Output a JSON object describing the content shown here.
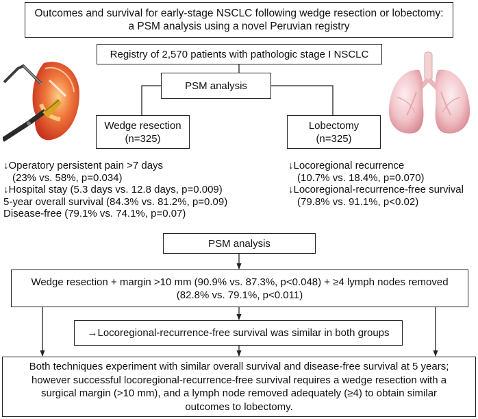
{
  "title": {
    "line1": "Outcomes and survival for early-stage NSCLC following wedge resection or lobectomy:",
    "line2": "a PSM analysis using a novel Peruvian registry"
  },
  "registry": "Registry of 2,570 patients with pathologic stage I NSCLC",
  "psm_top": "PSM analysis",
  "wedge": {
    "line1": "Wedge resection",
    "line2": "(n=325)"
  },
  "lobectomy": {
    "line1": "Lobectomy",
    "line2": "(n=325)"
  },
  "wedge_results": {
    "l1": "↓Operatory persistent pain >7 days",
    "l2": "(23% vs. 58%, p=0.034)",
    "l3": "↓Hospital stay (5.3 days vs. 12.8 days, p=0.009)",
    "l4": "5-year overall survival (84.3% vs. 81.2%, p=0.09)",
    "l5": "Disease-free (79.1% vs. 74.1%, p=0.07)"
  },
  "lobectomy_results": {
    "l1": "↓Locoregional recurrence",
    "l2": "(10.7% vs. 18.4%, p=0.070)",
    "l3": "↓Locoregional-recurrence-free survival",
    "l4": "(79.8% vs. 91.1%, p<0.02)"
  },
  "psm_bottom": "PSM analysis",
  "margin_box": {
    "line1": "Wedge resection + margin >10 mm (90.9% vs. 87.3%, p<0.048) + ≥4 lymph nodes removed",
    "line2": "(82.8% vs. 79.1%, p<0.011)"
  },
  "similar_box": "→Locoregional-recurrence-free survival was similar in both groups",
  "conclusion": {
    "line1": "Both techniques experiment with similar overall survival and disease-free survival at 5 years;",
    "line2": "however successful locoregional-recurrence-free survival requires a wedge resection with a",
    "line3": "surgical margin (>10 mm), and a lymph node removed adequately (≥4) to obtain similar",
    "line4": "outcomes to lobectomy."
  },
  "icons": {
    "left": "surgical-instruments-lung-icon",
    "right": "lungs-icon"
  }
}
